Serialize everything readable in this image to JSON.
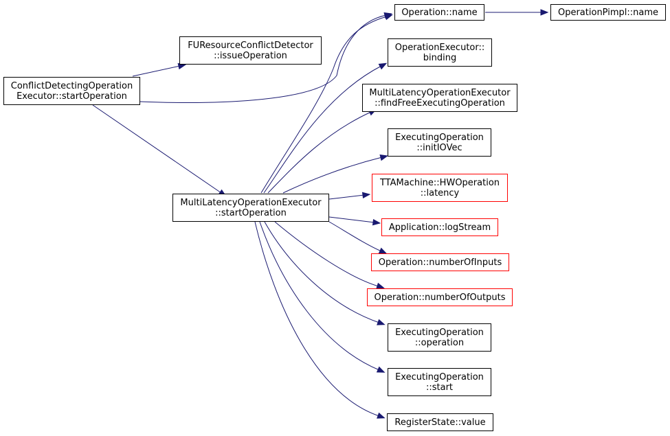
{
  "nodes": {
    "start": {
      "lines": [
        "ConflictDetectingOperation",
        "Executor::startOperation"
      ],
      "style": "root"
    },
    "issue": {
      "lines": [
        "FUResourceConflictDetector",
        "::issueOperation"
      ],
      "style": "normal"
    },
    "mlstart": {
      "lines": [
        "MultiLatencyOperationExecutor",
        "::startOperation"
      ],
      "style": "normal"
    },
    "opname": {
      "lines": [
        "Operation::name"
      ],
      "style": "normal"
    },
    "pimpl": {
      "lines": [
        "OperationPimpl::name"
      ],
      "style": "normal"
    },
    "binding": {
      "lines": [
        "OperationExecutor::",
        "binding"
      ],
      "style": "normal"
    },
    "findfree": {
      "lines": [
        "MultiLatencyOperationExecutor",
        "::findFreeExecutingOperation"
      ],
      "style": "normal"
    },
    "initio": {
      "lines": [
        "ExecutingOperation",
        "::initIOVec"
      ],
      "style": "normal"
    },
    "latency": {
      "lines": [
        "TTAMachine::HWOperation",
        "::latency"
      ],
      "style": "red"
    },
    "logstream": {
      "lines": [
        "Application::logStream"
      ],
      "style": "red"
    },
    "ninputs": {
      "lines": [
        "Operation::numberOfInputs"
      ],
      "style": "red"
    },
    "noutputs": {
      "lines": [
        "Operation::numberOfOutputs"
      ],
      "style": "red"
    },
    "operation": {
      "lines": [
        "ExecutingOperation",
        "::operation"
      ],
      "style": "normal"
    },
    "estart": {
      "lines": [
        "ExecutingOperation",
        "::start"
      ],
      "style": "normal"
    },
    "value": {
      "lines": [
        "RegisterState::value"
      ],
      "style": "normal"
    }
  },
  "edges": [
    [
      "start",
      "issue"
    ],
    [
      "start",
      "opname"
    ],
    [
      "start",
      "mlstart"
    ],
    [
      "opname",
      "pimpl"
    ],
    [
      "mlstart",
      "opname"
    ],
    [
      "mlstart",
      "binding"
    ],
    [
      "mlstart",
      "findfree"
    ],
    [
      "mlstart",
      "initio"
    ],
    [
      "mlstart",
      "latency"
    ],
    [
      "mlstart",
      "logstream"
    ],
    [
      "mlstart",
      "ninputs"
    ],
    [
      "mlstart",
      "noutputs"
    ],
    [
      "mlstart",
      "operation"
    ],
    [
      "mlstart",
      "estart"
    ],
    [
      "mlstart",
      "value"
    ]
  ],
  "colors": {
    "edge": "#191970",
    "root_fill": "#bfbfbf",
    "red_border": "#ff0000"
  }
}
